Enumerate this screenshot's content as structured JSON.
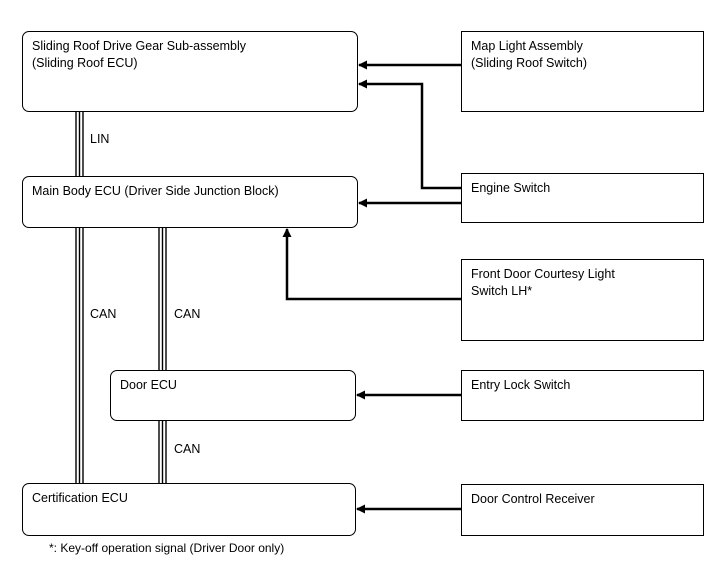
{
  "ecus": {
    "sliding_roof": {
      "line1": "Sliding Roof Drive Gear Sub-assembly",
      "line2": "(Sliding Roof ECU)"
    },
    "main_body": {
      "label": "Main Body ECU (Driver Side Junction Block)"
    },
    "door": {
      "label": "Door ECU"
    },
    "certification": {
      "label": "Certification ECU"
    }
  },
  "switches": {
    "map_light": {
      "line1": "Map Light Assembly",
      "line2": "(Sliding Roof Switch)"
    },
    "engine_switch": {
      "label": "Engine Switch"
    },
    "courtesy": {
      "line1": "Front Door Courtesy Light",
      "line2": "Switch LH*"
    },
    "entry_lock": {
      "label": "Entry Lock Switch"
    },
    "door_receiver": {
      "label": "Door Control Receiver"
    }
  },
  "bus_labels": {
    "lin": "LIN",
    "can_left": "CAN",
    "can_mid": "CAN",
    "can_door": "CAN"
  },
  "footnote": "*: Key-off operation signal (Driver Door only)"
}
